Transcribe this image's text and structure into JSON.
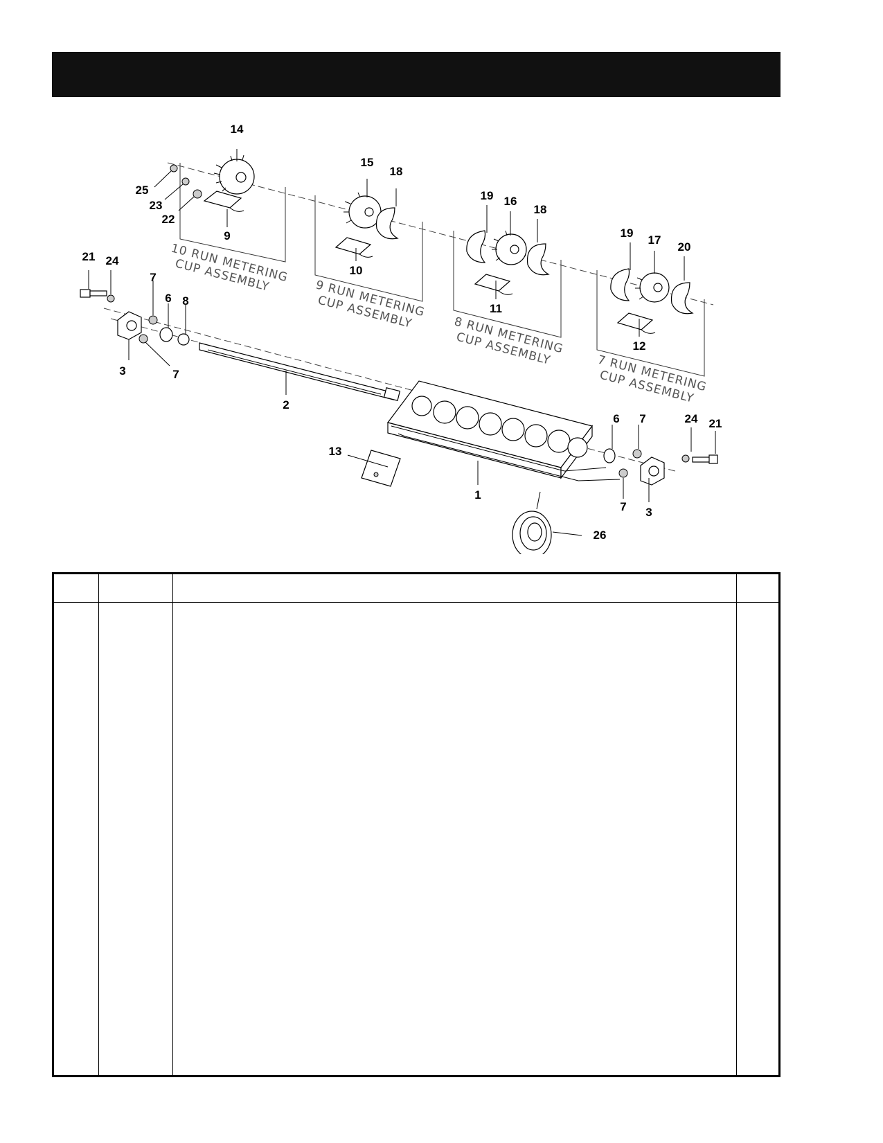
{
  "diagram": {
    "callouts": [
      "1",
      "2",
      "3",
      "3",
      "6",
      "6",
      "7",
      "7",
      "7",
      "7",
      "8",
      "9",
      "10",
      "11",
      "12",
      "13",
      "14",
      "15",
      "16",
      "17",
      "18",
      "18",
      "19",
      "19",
      "20",
      "21",
      "21",
      "22",
      "23",
      "24",
      "24",
      "25",
      "26"
    ],
    "assemblies": [
      {
        "line1": "10 RUN METERING",
        "line2": "CUP ASSEMBLY"
      },
      {
        "line1": "9 RUN METERING",
        "line2": "CUP ASSEMBLY"
      },
      {
        "line1": "8 RUN METERING",
        "line2": "CUP ASSEMBLY"
      },
      {
        "line1": "7 RUN METERING",
        "line2": "CUP ASSEMBLY"
      }
    ]
  }
}
